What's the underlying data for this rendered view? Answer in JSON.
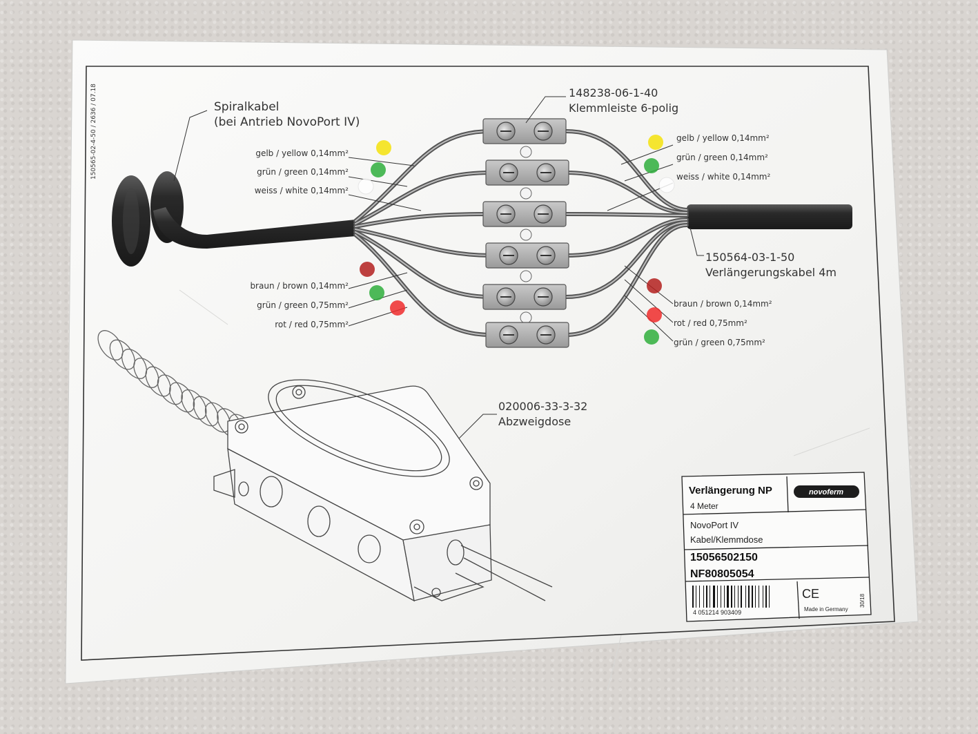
{
  "side_code": "150565-02-4-50 / 2636 / 07.18",
  "spiral_cable": {
    "line1": "Spiralkabel",
    "line2": "(bei Antrieb NovoPort IV)"
  },
  "terminal_block": {
    "part": "148238-06-1-40",
    "name": "Klemmleiste 6-polig"
  },
  "extension_cable": {
    "part": "150564-03-1-50",
    "name": "Verlängerungskabel 4m"
  },
  "junction_box": {
    "part": "020006-33-3-32",
    "name": "Abzweigdose"
  },
  "wires_left": [
    {
      "label": "gelb / yellow 0,14mm²",
      "color": "#f4e20c"
    },
    {
      "label": "grün / green 0,14mm²",
      "color": "#2fae3c"
    },
    {
      "label": "weiss / white 0,14mm²",
      "color": "#ffffff"
    },
    {
      "label": "braun / brown 0,14mm²",
      "color": "#b3201e"
    },
    {
      "label": "grün / green  0,75mm²",
      "color": "#2fae3c"
    },
    {
      "label": "rot / red  0,75mm²",
      "color": "#ee2b2b"
    }
  ],
  "wires_right": [
    {
      "label": "gelb / yellow 0,14mm²",
      "color": "#f4e20c"
    },
    {
      "label": "grün / green 0,14mm²",
      "color": "#2fae3c"
    },
    {
      "label": "weiss / white 0,14mm²",
      "color": "#ffffff"
    },
    {
      "label": "braun / brown 0,14mm²",
      "color": "#b3201e"
    },
    {
      "label": "rot / red  0,75mm²",
      "color": "#ee2b2b"
    },
    {
      "label": "grün / green  0,75mm²",
      "color": "#2fae3c"
    }
  ],
  "title_block": {
    "title": "Verlängerung NP",
    "subtitle": "4 Meter",
    "brand": "novoferm",
    "product": "NovoPort IV",
    "desc": "Kabel/Klemmdose",
    "number1": "15056502150",
    "number2": "NF80805054",
    "ce": "CE",
    "made_in": "Made in Germany",
    "date": "30/18",
    "barcode": "4 051214 903409"
  }
}
